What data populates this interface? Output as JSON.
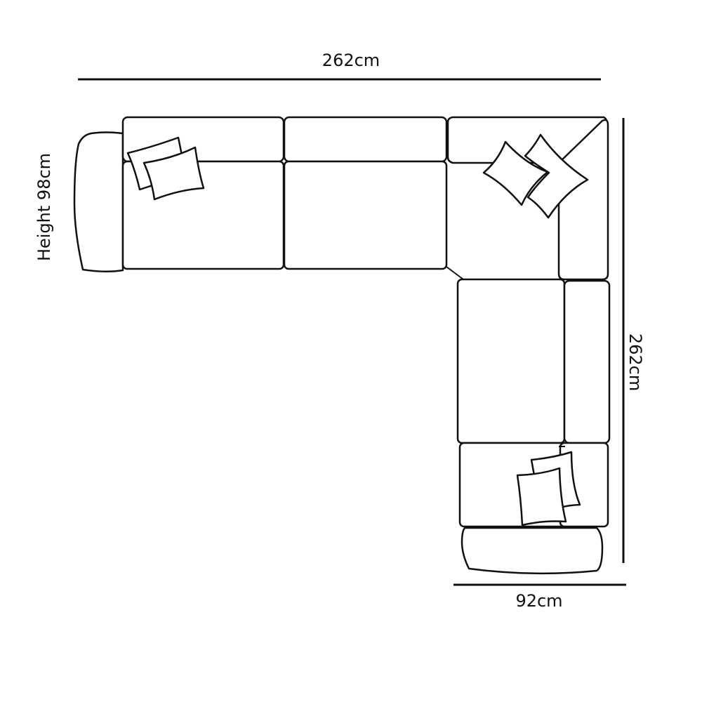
{
  "dimensions": {
    "top_width": "262cm",
    "height": "Height 98cm",
    "right_length": "262cm",
    "bottom_depth": "92cm"
  }
}
